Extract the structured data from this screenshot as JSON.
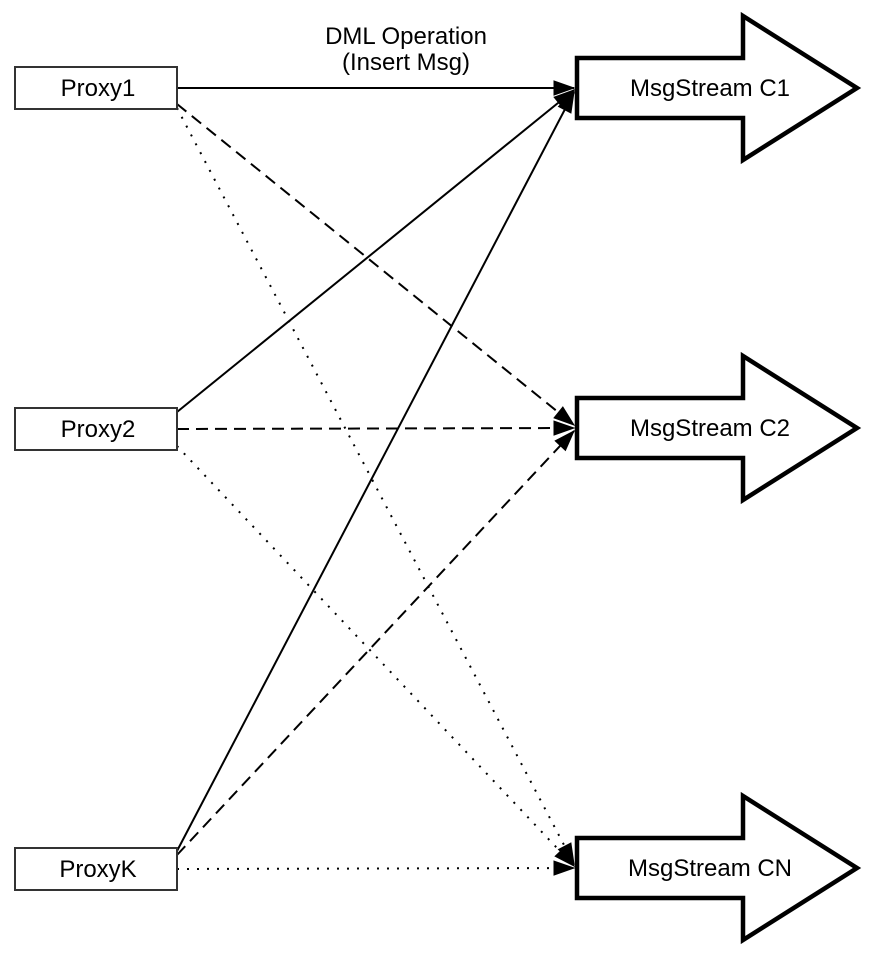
{
  "title": {
    "line1": "DML Operation",
    "line2": "(Insert Msg)"
  },
  "proxies": [
    {
      "label": "Proxy1"
    },
    {
      "label": "Proxy2"
    },
    {
      "label": "ProxyK"
    }
  ],
  "streams": [
    {
      "label": "MsgStream C1"
    },
    {
      "label": "MsgStream C2"
    },
    {
      "label": "MsgStream CN"
    }
  ],
  "edges": [
    {
      "from": "Proxy1",
      "to": "MsgStream C1",
      "line_style": "solid"
    },
    {
      "from": "Proxy2",
      "to": "MsgStream C1",
      "line_style": "solid"
    },
    {
      "from": "ProxyK",
      "to": "MsgStream C1",
      "line_style": "solid"
    },
    {
      "from": "Proxy1",
      "to": "MsgStream C2",
      "line_style": "dashed"
    },
    {
      "from": "Proxy2",
      "to": "MsgStream C2",
      "line_style": "dashed"
    },
    {
      "from": "ProxyK",
      "to": "MsgStream C2",
      "line_style": "dashed"
    },
    {
      "from": "Proxy1",
      "to": "MsgStream CN",
      "line_style": "dotted"
    },
    {
      "from": "Proxy2",
      "to": "MsgStream CN",
      "line_style": "dotted"
    },
    {
      "from": "ProxyK",
      "to": "MsgStream CN",
      "line_style": "dotted"
    }
  ],
  "colors": {
    "stroke": "#000000",
    "box_border": "#333333",
    "fill": "#ffffff",
    "text": "#000000"
  }
}
